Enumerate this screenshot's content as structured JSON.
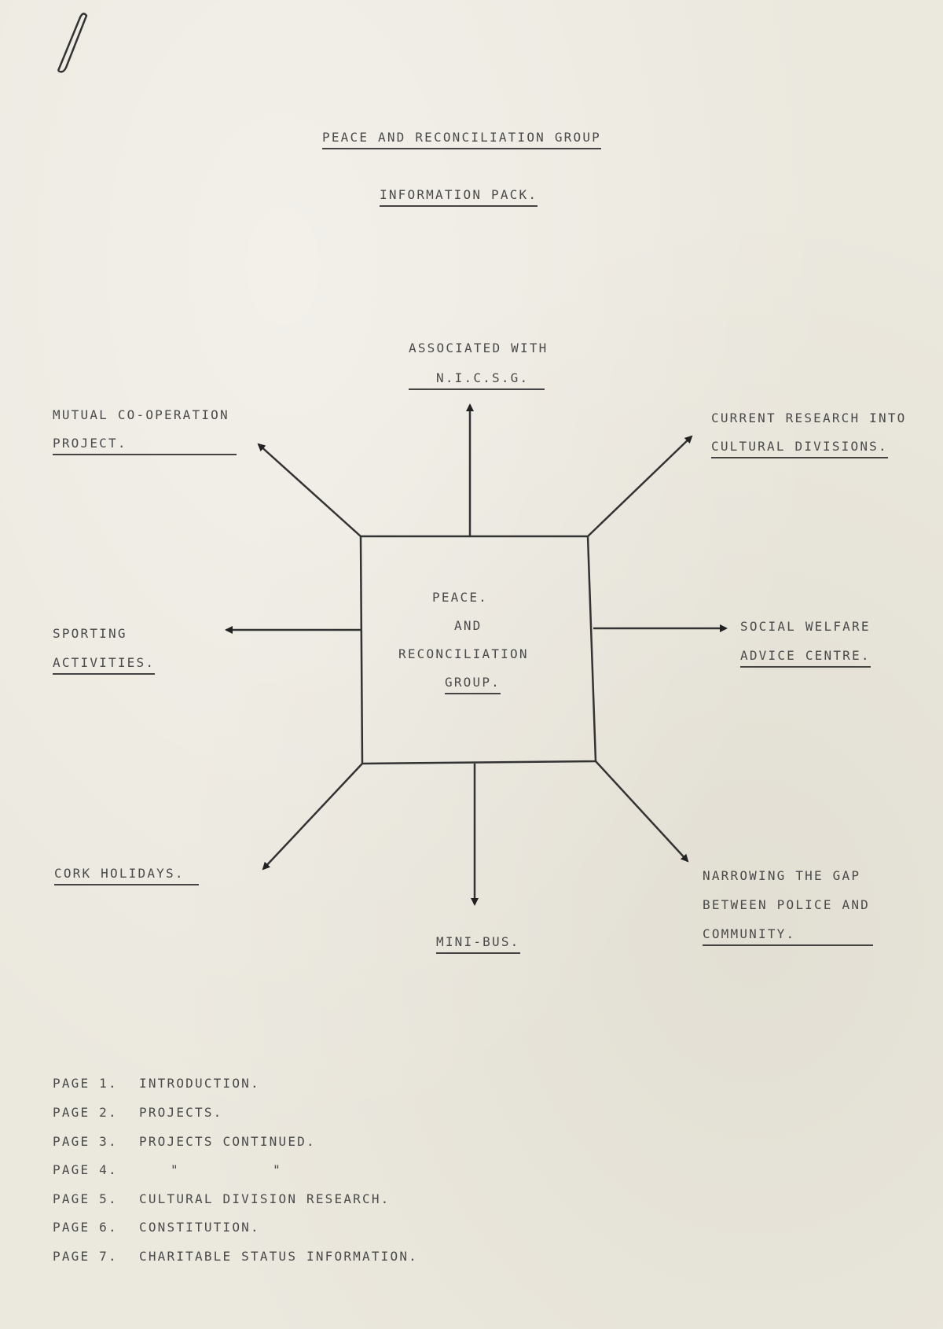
{
  "title": "PEACE AND RECONCILIATION GROUP",
  "subtitle": "INFORMATION PACK.",
  "center": [
    "PEACE.",
    "AND",
    "RECONCILIATION",
    "GROUP."
  ],
  "nodes": {
    "top": [
      "ASSOCIATED WITH",
      "N.I.C.S.G."
    ],
    "top_left": [
      "MUTUAL CO-OPERATION",
      "PROJECT."
    ],
    "top_right": [
      "CURRENT RESEARCH INTO",
      "CULTURAL DIVISIONS."
    ],
    "left": [
      "SPORTING",
      "ACTIVITIES."
    ],
    "right": [
      "SOCIAL WELFARE",
      "ADVICE CENTRE."
    ],
    "bottom_left": [
      "CORK HOLIDAYS."
    ],
    "bottom": [
      "MINI-BUS."
    ],
    "bottom_right": [
      "NARROWING THE GAP",
      "BETWEEN POLICE AND",
      "COMMUNITY."
    ]
  },
  "contents": [
    {
      "page": "PAGE 1.",
      "title": "INTRODUCTION."
    },
    {
      "page": "PAGE 2.",
      "title": "PROJECTS."
    },
    {
      "page": "PAGE 3.",
      "title": "PROJECTS CONTINUED."
    },
    {
      "page": "PAGE 4.",
      "title": "\"          \""
    },
    {
      "page": "PAGE 5.",
      "title": "CULTURAL DIVISION RESEARCH."
    },
    {
      "page": "PAGE 6.",
      "title": "CONSTITUTION."
    },
    {
      "page": "PAGE 7.",
      "title": "CHARITABLE STATUS INFORMATION."
    }
  ]
}
